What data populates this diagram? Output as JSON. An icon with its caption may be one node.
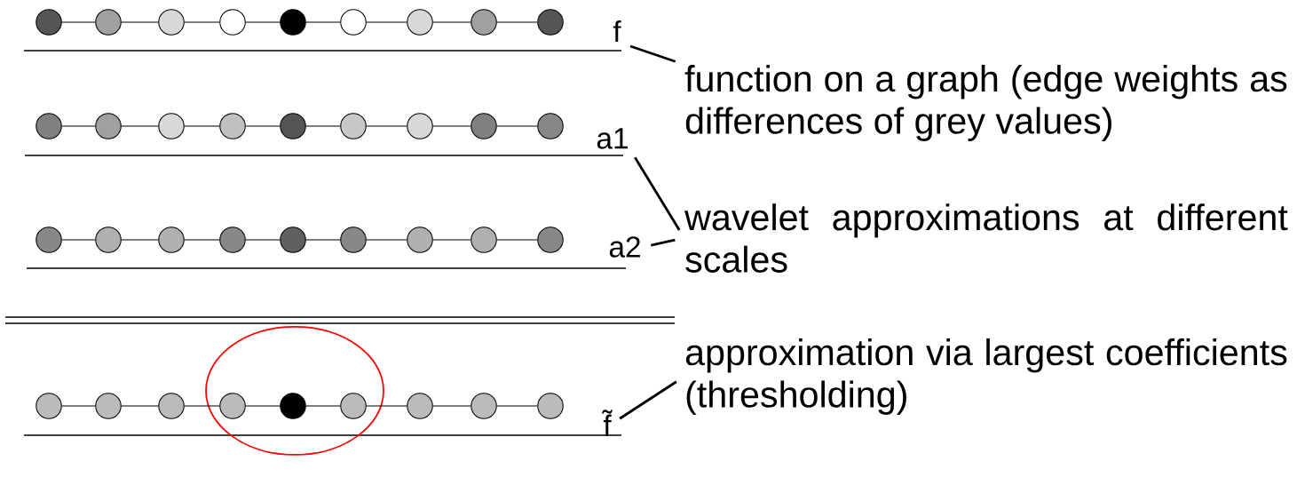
{
  "diagram": {
    "nodes": [
      {
        "text": [],
        "shape": "circle"
      },
      {
        "text": [],
        "shape": "circle"
      },
      {
        "text": [],
        "shape": "circle"
      },
      {
        "text": [],
        "shape": "circle"
      },
      {
        "text": [],
        "shape": "circle"
      },
      {
        "text": [],
        "shape": "circle"
      },
      {
        "text": [],
        "shape": "circle"
      },
      {
        "text": [],
        "shape": "circle"
      },
      {
        "text": [],
        "shape": "circle"
      },
      {
        "text": [],
        "shape": "circle"
      },
      {
        "text": [],
        "shape": "circle"
      },
      {
        "text": [],
        "shape": "circle"
      },
      {
        "text": [],
        "shape": "circle"
      },
      {
        "text": [],
        "shape": "circle"
      },
      {
        "text": [],
        "shape": "circle"
      },
      {
        "text": [],
        "shape": "circle"
      },
      {
        "text": [],
        "shape": "circle"
      },
      {
        "text": [],
        "shape": "circle"
      },
      {
        "text": [],
        "shape": "circle"
      },
      {
        "text": [],
        "shape": "circle"
      },
      {
        "text": [],
        "shape": "circle"
      },
      {
        "text": [],
        "shape": "circle"
      },
      {
        "text": [],
        "shape": "circle"
      },
      {
        "text": [],
        "shape": "circle"
      },
      {
        "text": [],
        "shape": "circle"
      },
      {
        "text": [],
        "shape": "circle"
      },
      {
        "text": [],
        "shape": "circle"
      },
      {
        "text": [],
        "shape": "circle"
      },
      {
        "text": [],
        "shape": "circle"
      },
      {
        "text": [],
        "shape": "circle"
      },
      {
        "text": [],
        "shape": "circle"
      },
      {
        "text": [],
        "shape": "circle"
      },
      {
        "text": [],
        "shape": "circle"
      },
      {
        "text": [],
        "shape": "circle"
      },
      {
        "text": [],
        "shape": "circle"
      },
      {
        "text": [],
        "shape": "circle"
      },
      {
        "text": [
          "f"
        ]
      },
      {
        "text": [
          "a1"
        ]
      },
      {
        "text": [
          "a2"
        ]
      },
      {
        "text": [
          "f̃"
        ]
      },
      {
        "text": [
          "function on a graph (edge weights as differences of grey values)"
        ]
      },
      {
        "text": [
          "wavelet approximations at different scales"
        ]
      },
      {
        "text": [
          "approximation via largest coefficients (thresholding)"
        ]
      }
    ],
    "edges": [
      {
        "from": 0,
        "to": 1,
        "arrow": "none"
      },
      {
        "from": 1,
        "to": 2,
        "arrow": "none"
      },
      {
        "from": 2,
        "to": 3,
        "arrow": "none"
      },
      {
        "from": 3,
        "to": 4,
        "arrow": "none"
      },
      {
        "from": 4,
        "to": 5,
        "arrow": "none"
      },
      {
        "from": 5,
        "to": 6,
        "arrow": "none"
      },
      {
        "from": 6,
        "to": 7,
        "arrow": "none"
      },
      {
        "from": 7,
        "to": 8,
        "arrow": "none"
      },
      {
        "from": 9,
        "to": 10,
        "arrow": "none"
      },
      {
        "from": 10,
        "to": 11,
        "arrow": "none"
      },
      {
        "from": 11,
        "to": 12,
        "arrow": "none"
      },
      {
        "from": 12,
        "to": 13,
        "arrow": "none"
      },
      {
        "from": 13,
        "to": 14,
        "arrow": "none"
      },
      {
        "from": 14,
        "to": 15,
        "arrow": "none"
      },
      {
        "from": 15,
        "to": 16,
        "arrow": "none"
      },
      {
        "from": 16,
        "to": 17,
        "arrow": "none"
      },
      {
        "from": 18,
        "to": 19,
        "arrow": "none"
      },
      {
        "from": 19,
        "to": 20,
        "arrow": "none"
      },
      {
        "from": 20,
        "to": 21,
        "arrow": "none"
      },
      {
        "from": 21,
        "to": 22,
        "arrow": "none"
      },
      {
        "from": 22,
        "to": 23,
        "arrow": "none"
      },
      {
        "from": 23,
        "to": 24,
        "arrow": "none"
      },
      {
        "from": 24,
        "to": 25,
        "arrow": "none"
      },
      {
        "from": 25,
        "to": 26,
        "arrow": "none"
      },
      {
        "from": 27,
        "to": 28,
        "arrow": "none"
      },
      {
        "from": 28,
        "to": 29,
        "arrow": "none"
      },
      {
        "from": 29,
        "to": 30,
        "arrow": "none"
      },
      {
        "from": 30,
        "to": 31,
        "arrow": "none"
      },
      {
        "from": 31,
        "to": 32,
        "arrow": "none"
      },
      {
        "from": 32,
        "to": 33,
        "arrow": "none"
      },
      {
        "from": 33,
        "to": 34,
        "arrow": "none"
      },
      {
        "from": 34,
        "to": 35,
        "arrow": "none"
      },
      {
        "from": 36,
        "to": 40,
        "arrow": "none"
      },
      {
        "from": 37,
        "to": 41,
        "arrow": "none"
      },
      {
        "from": 38,
        "to": 41,
        "arrow": "none"
      },
      {
        "from": 39,
        "to": 42,
        "arrow": "none"
      }
    ]
  }
}
